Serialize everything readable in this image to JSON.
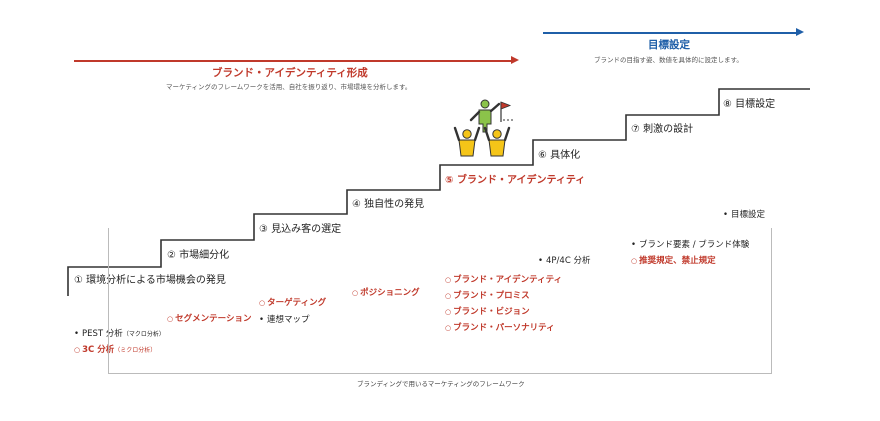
{
  "phases": {
    "brand_identity": {
      "title": "ブランド・アイデンティティ形成",
      "subtitle": "マーケティングのフレームワークを活用、自社を振り返り、市場環境を分析します。",
      "color": "#c0392b"
    },
    "goal_setting": {
      "title": "目標設定",
      "subtitle": "ブランドの目指す姿、数値を具体的に設定します。",
      "color": "#1f5fa8"
    }
  },
  "steps": [
    {
      "label": "① 環境分析による市場機会の発見"
    },
    {
      "label": "② 市場細分化"
    },
    {
      "label": "③ 見込み客の選定"
    },
    {
      "label": "④ 独自性の発見"
    },
    {
      "label": "⑤ ブランド・アイデンティティ"
    },
    {
      "label": "⑥ 具体化"
    },
    {
      "label": "⑦ 刺激の設計"
    },
    {
      "label": "⑧ 目標設定"
    }
  ],
  "frameworks": {
    "step1": [
      {
        "text": "PEST 分析",
        "note": "（マクロ分析）",
        "style": "black"
      },
      {
        "text": "3C 分析",
        "note": "（ミクロ分析）",
        "style": "red"
      }
    ],
    "step2": [
      {
        "text": "セグメンテーション",
        "style": "red"
      }
    ],
    "step3": [
      {
        "text": "ターゲティング",
        "style": "red"
      },
      {
        "text": "連想マップ",
        "style": "black"
      }
    ],
    "step4": [
      {
        "text": "ポジショニング",
        "style": "red"
      }
    ],
    "step5": [
      {
        "text": "ブランド・アイデンティティ",
        "style": "red"
      },
      {
        "text": "ブランド・プロミス",
        "style": "red"
      },
      {
        "text": "ブランド・ビジョン",
        "style": "red"
      },
      {
        "text": "ブランド・パーソナリティ",
        "style": "red"
      }
    ],
    "step6": [
      {
        "text": "4P/4C 分析",
        "style": "black"
      }
    ],
    "step7": [
      {
        "text": "ブランド要素 / ブランド体験",
        "style": "black"
      },
      {
        "text": "推奨規定、禁止規定",
        "style": "red"
      }
    ],
    "step8": [
      {
        "text": "目標設定",
        "style": "black"
      }
    ]
  },
  "footer": "ブランディングで用いるマーケティングのフレームワーク",
  "icons": {
    "hero": "team-flag-celebration-icon"
  }
}
